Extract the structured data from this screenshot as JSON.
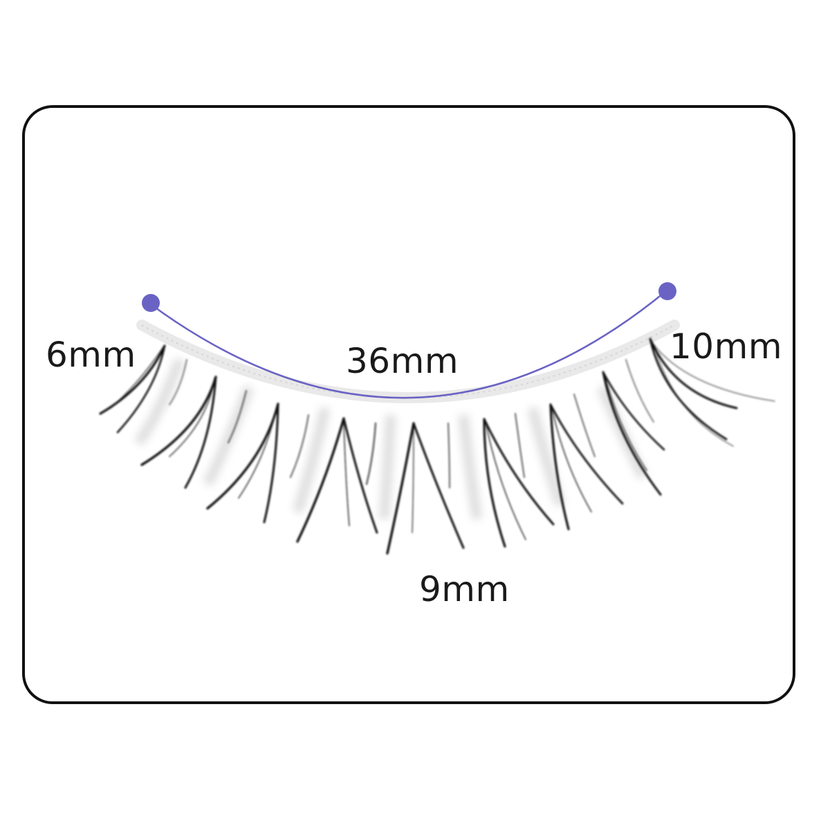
{
  "diagram": {
    "subject": "false eyelash strip",
    "colors": {
      "frame": "#111111",
      "band_arc": "#6a63c4",
      "lash": "#111111",
      "background": "#ffffff",
      "label": "#1a1a1a"
    },
    "measurements": {
      "inner_length": "6mm",
      "band_length": "36mm",
      "outer_length": "10mm",
      "middle_length": "9mm"
    },
    "icons": {
      "left_endpoint": "dot",
      "right_endpoint": "dot"
    }
  }
}
